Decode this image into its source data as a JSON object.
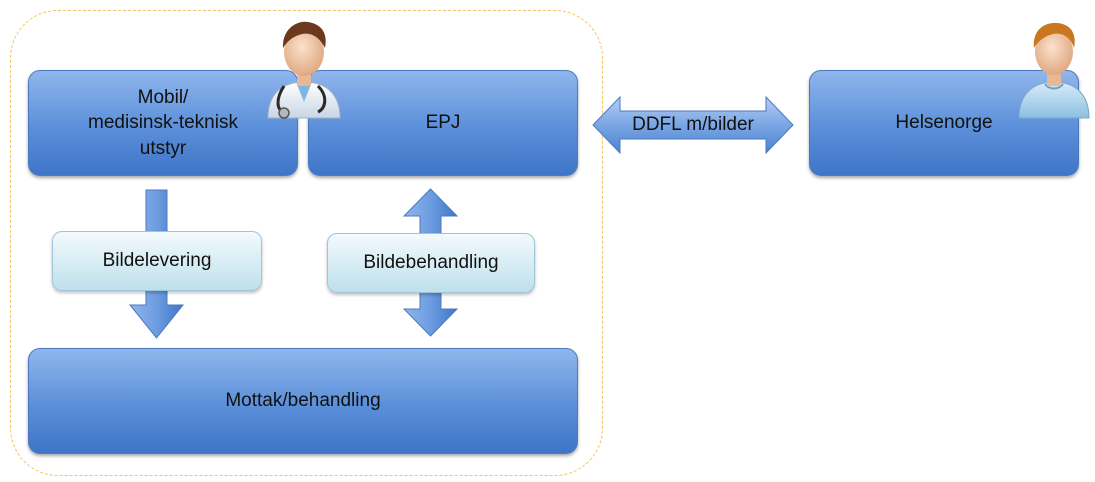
{
  "diagram": {
    "mobil_box": "Mobil/\nmedisinsk-teknisk\nutstyr",
    "epj_box": "EPJ",
    "helsenorge_box": "Helsenorge",
    "mottak_box": "Mottak/behandling",
    "bildelevering_label": "Bildelevering",
    "bildebehandling_label": "Bildebehandling",
    "ddfl_arrow_label": "DDFL m/bilder",
    "icons": [
      "doctor-icon",
      "patient-icon"
    ],
    "colors": {
      "box": "#5b8fd9",
      "label": "#d6ecf4",
      "arrow": "#5b8fd9",
      "container_border": "#f2c55c"
    }
  }
}
